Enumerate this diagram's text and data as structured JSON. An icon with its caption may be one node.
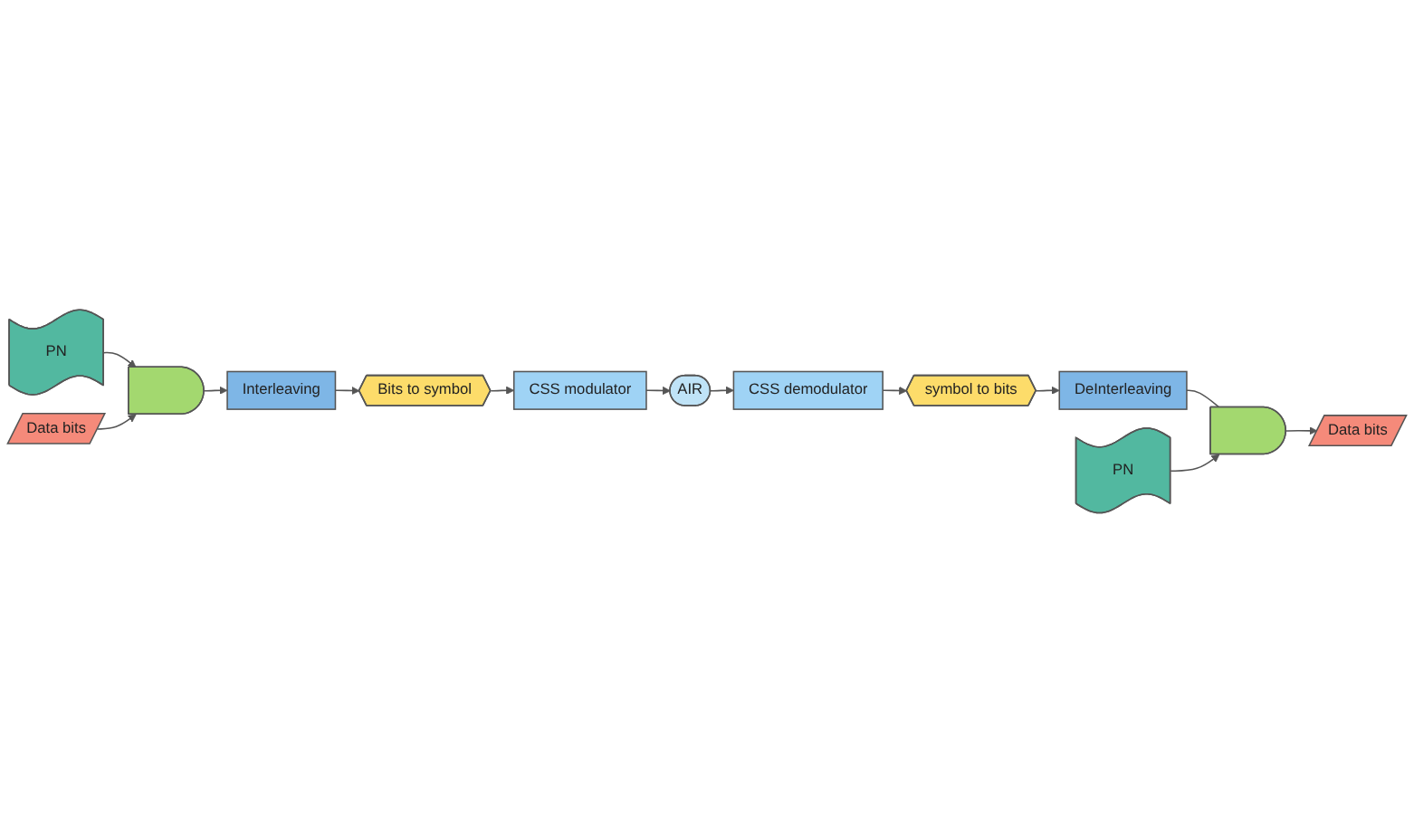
{
  "diagram": {
    "nodes": [
      {
        "text": [
          "PN"
        ]
      },
      {
        "text": [
          "Data bits"
        ]
      },
      {
        "text": [],
        "shape": "gate"
      },
      {
        "text": [
          "Interleaving"
        ]
      },
      {
        "text": [
          "Bits to symbol"
        ]
      },
      {
        "text": [
          "CSS modulator"
        ]
      },
      {
        "text": [
          "AIR"
        ]
      },
      {
        "text": [
          "Data bits"
        ]
      },
      {
        "text": [],
        "shape": "gate"
      },
      {
        "text": [
          "DeInterleaving"
        ]
      },
      {
        "text": [
          "symbol to bits"
        ]
      },
      {
        "text": [
          "CSS demodulator"
        ]
      },
      {
        "text": [
          "PN"
        ]
      }
    ],
    "edges": [
      {
        "from": 0,
        "to": 2,
        "arrow": "to"
      },
      {
        "from": 1,
        "to": 2,
        "arrow": "to"
      },
      {
        "from": 2,
        "to": 3,
        "arrow": "to"
      },
      {
        "from": 3,
        "to": 4,
        "arrow": "to"
      },
      {
        "from": 4,
        "to": 5,
        "arrow": "to"
      },
      {
        "from": 5,
        "to": 6,
        "arrow": "to"
      },
      {
        "from": 6,
        "to": 11,
        "arrow": "to"
      },
      {
        "from": 11,
        "to": 10,
        "arrow": "to"
      },
      {
        "from": 10,
        "to": 9,
        "arrow": "to"
      },
      {
        "from": 9,
        "to": 8,
        "arrow": "none"
      },
      {
        "from": 12,
        "to": 8,
        "arrow": "to"
      },
      {
        "from": 8,
        "to": 7,
        "arrow": "to"
      }
    ]
  }
}
